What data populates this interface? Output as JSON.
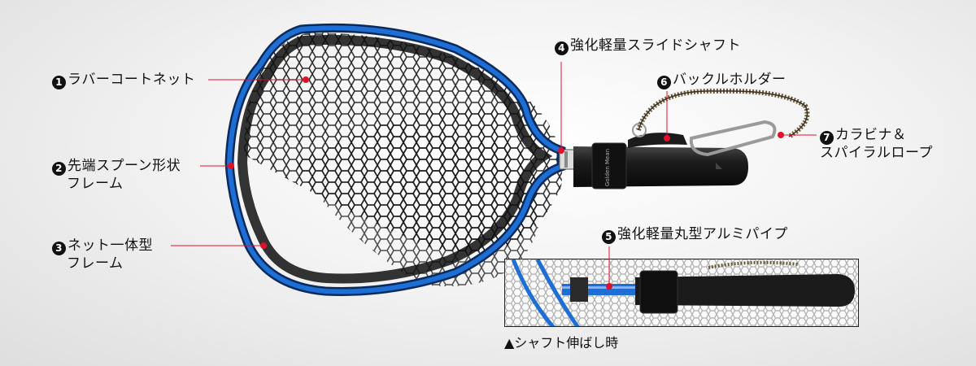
{
  "labels": [
    {
      "num": "1",
      "text": "ラバーコートネット"
    },
    {
      "num": "2",
      "text": "先端スプーン形状",
      "text2": "フレーム"
    },
    {
      "num": "3",
      "text": "ネット一体型",
      "text2": "フレーム"
    },
    {
      "num": "4",
      "text": "強化軽量スライドシャフト"
    },
    {
      "num": "5",
      "text": "強化軽量丸型アルミパイプ"
    },
    {
      "num": "6",
      "text": "バックルホルダー"
    },
    {
      "num": "7",
      "text": "カラビナ＆",
      "text2": "スパイラルロープ"
    }
  ],
  "inset_caption": "▲シャフト伸ばし時",
  "colors": {
    "frame_blue": "#1d6fd6",
    "leader_red": "#e0112b",
    "grip": "#1a1a1a"
  },
  "icons": [
    "landing-net-icon",
    "carabiner-icon",
    "spiral-rope-icon"
  ]
}
